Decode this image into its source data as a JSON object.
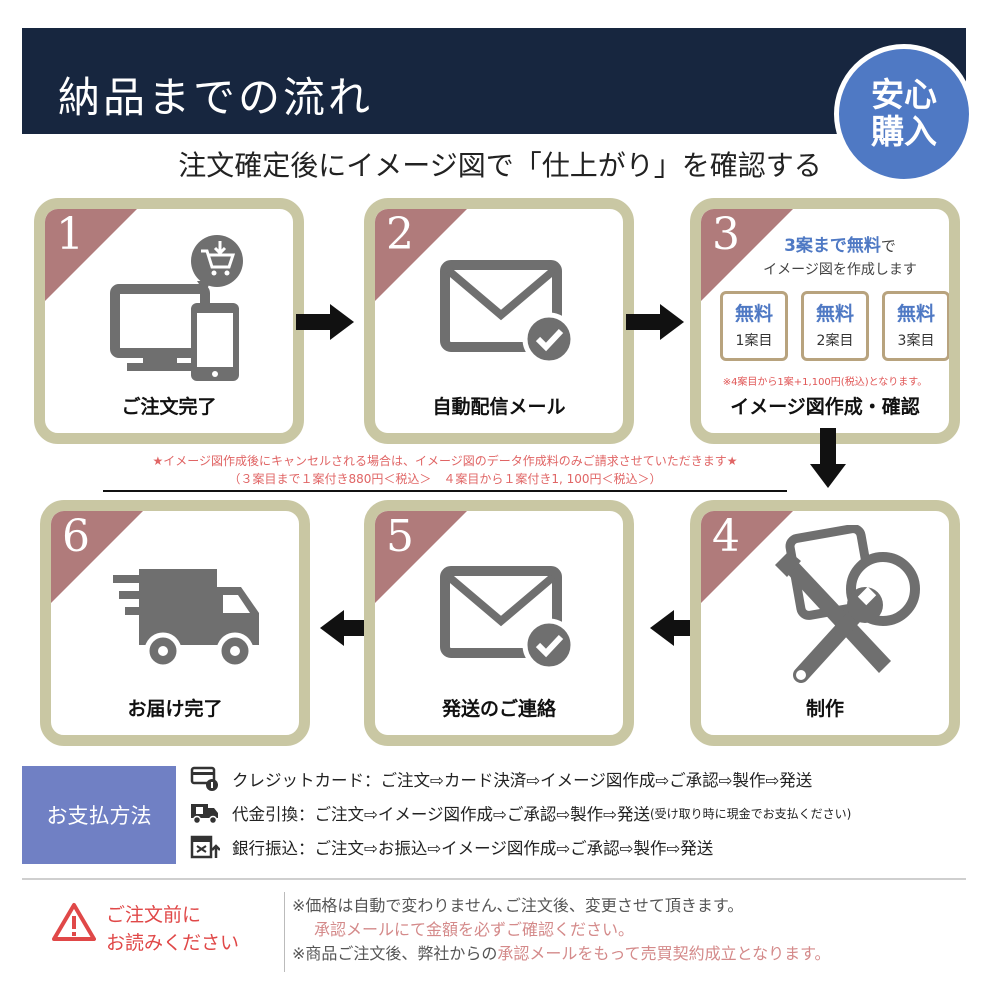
{
  "header": {
    "title": "納品までの流れ"
  },
  "badge": {
    "line1": "安心",
    "line2": "購入"
  },
  "subtitle": "注文確定後にイメージ図で「仕上がり」を確認する",
  "steps": [
    {
      "num": "1",
      "label": "ご注文完了",
      "icon": "computer-phone-cart-icon"
    },
    {
      "num": "2",
      "label": "自動配信メール",
      "icon": "mail-check-icon"
    },
    {
      "num": "3",
      "label": "イメージ図作成・確認",
      "icon": "free-plans"
    },
    {
      "num": "4",
      "label": "制作",
      "icon": "tools-icon"
    },
    {
      "num": "5",
      "label": "発送のご連絡",
      "icon": "mail-check-icon"
    },
    {
      "num": "6",
      "label": "お届け完了",
      "icon": "delivery-truck-icon"
    }
  ],
  "free": {
    "title_accent": "3案まで無料",
    "title_suffix": "で",
    "subtitle": "イメージ図を作成します",
    "boxes": [
      {
        "top": "無料",
        "bottom": "1案目"
      },
      {
        "top": "無料",
        "bottom": "2案目"
      },
      {
        "top": "無料",
        "bottom": "3案目"
      }
    ],
    "note": "※4案目から1案+1,100円(税込)となります。"
  },
  "cancel_notice": {
    "line1": "★イメージ図作成後にキャンセルされる場合は、イメージ図のデータ作成料のみご請求させていただきます★",
    "line2": "（３案目まで１案付き880円＜税込＞　４案目から１案付き1, 100円＜税込＞）"
  },
  "payment": {
    "label": "お支払方法",
    "rows": [
      {
        "icon": "credit-card-icon",
        "text": "クレジットカード：ご注文⇨カード決済⇨イメージ図作成⇨ご承認⇨製作⇨発送",
        "small": ""
      },
      {
        "icon": "cash-on-delivery-icon",
        "text": "代金引換：ご注文⇨イメージ図作成⇨ご承認⇨製作⇨発送",
        "small": "(受け取り時に現金でお支払ください)"
      },
      {
        "icon": "bank-transfer-icon",
        "text": "銀行振込：ご注文⇨お振込⇨イメージ図作成⇨ご承認⇨製作⇨発送",
        "small": ""
      }
    ]
  },
  "warning": {
    "line1": "ご注文前に",
    "line2": "お読みください",
    "note1": "※価格は自動で変わりません､ご注文後、変更させて頂きます。",
    "note2": "承認メールにて金額を必ずご確認ください。",
    "note3_prefix": "※商品ご注文後、弊社からの",
    "note3_accent": "承認メールをもって売買契約成立となります。"
  },
  "colors": {
    "header_bg": "#17263f",
    "badge_blue": "#4f79c4",
    "card_border": "#c9c7a3",
    "corner": "#b07b7b",
    "icon_gray": "#6f6f6f",
    "pay_box": "#7080c4",
    "alert_red": "#e04848"
  }
}
